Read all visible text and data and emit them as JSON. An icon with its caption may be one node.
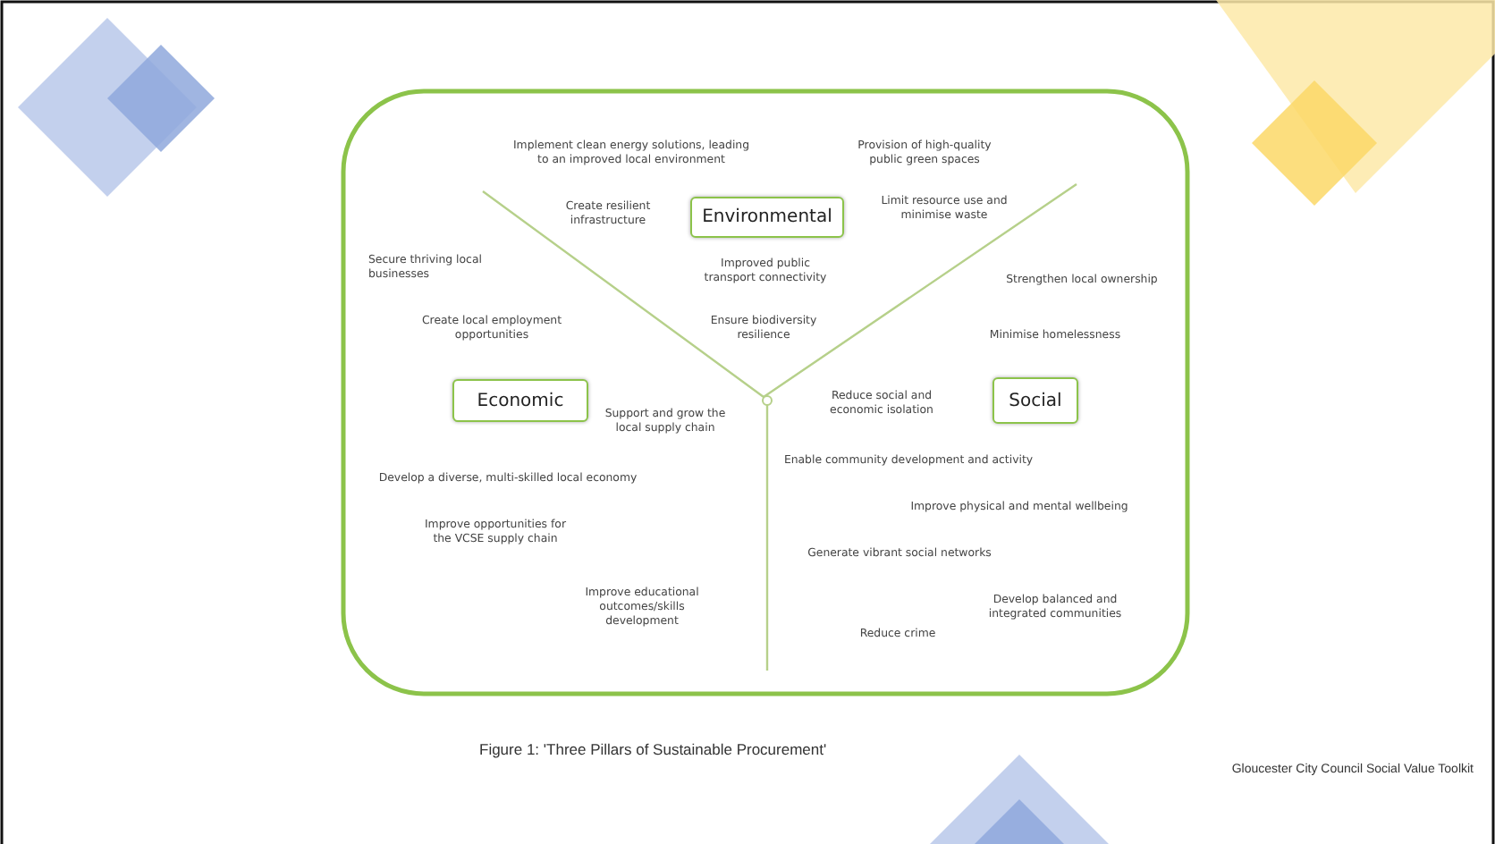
{
  "diagram": {
    "caption": "Figure 1: 'Three Pillars of Sustainable Procurement'",
    "nodes": [
      {
        "text": [
          "Environmental"
        ]
      },
      {
        "text": [
          "Economic"
        ]
      },
      {
        "text": [
          "Social"
        ]
      }
    ],
    "labels": [
      "Implement clean energy solutions, leading to an improved local environment",
      "Provision of high-quality public green spaces",
      "Create resilient infrastructure",
      "Limit resource use and minimise waste",
      "Secure thriving local businesses",
      "Improved public transport connectivity",
      "Strengthen local ownership",
      "Create local employment opportunities",
      "Ensure biodiversity resilience",
      "Minimise homelessness",
      "Reduce social and economic isolation",
      "Support and grow the local supply chain",
      "Enable community development and activity",
      "Develop a diverse, multi-skilled local economy",
      "Improve physical and mental wellbeing",
      "Improve opportunities for the VCSE supply chain",
      "Generate vibrant social networks",
      "Improve educational outcomes/skills development",
      "Develop balanced and integrated communities",
      "Reduce crime",
      "Gloucester City Council Social Value Toolkit"
    ]
  }
}
